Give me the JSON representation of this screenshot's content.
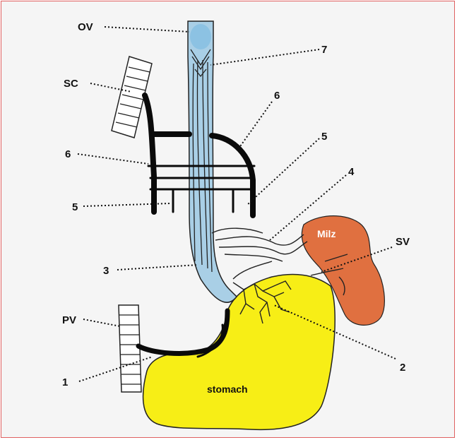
{
  "labels": {
    "ov": "OV",
    "sc": "SC",
    "pv": "PV",
    "sv": "SV",
    "n1": "1",
    "n2": "2",
    "n3": "3",
    "n4": "4",
    "n5_left": "5",
    "n5_right": "5",
    "n6_left": "6",
    "n6_right": "6",
    "n7": "7"
  },
  "organs": {
    "stomach": "stomach",
    "spleen": "Milz"
  },
  "colors": {
    "frame_border": "#e06060",
    "stomach": "#f7ee16",
    "spleen": "#e07040",
    "esophagus": "#a9cfe6",
    "vein": "#0a0a0a"
  }
}
